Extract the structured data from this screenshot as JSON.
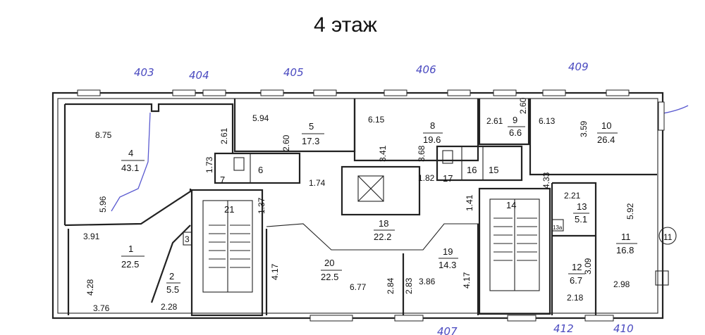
{
  "title": "4 этаж",
  "handwritten": [
    "403",
    "404",
    "405",
    "406",
    "409",
    "407",
    "412",
    "410"
  ],
  "rooms": [
    {
      "id": "4",
      "area": "43.1"
    },
    {
      "id": "5",
      "area": "17.3"
    },
    {
      "id": "8",
      "area": "19.6"
    },
    {
      "id": "9",
      "area": "6.6"
    },
    {
      "id": "10",
      "area": "26.4"
    },
    {
      "id": "1",
      "area": "22.5"
    },
    {
      "id": "2",
      "area": "5.5"
    },
    {
      "id": "20",
      "area": "22.5"
    },
    {
      "id": "18",
      "area": "22.2"
    },
    {
      "id": "19",
      "area": "14.3"
    },
    {
      "id": "13",
      "area": "5.1"
    },
    {
      "id": "11",
      "area": "16.8"
    },
    {
      "id": "12",
      "area": "6.7"
    },
    {
      "id": "6",
      "area": ""
    },
    {
      "id": "7",
      "area": ""
    },
    {
      "id": "16",
      "area": ""
    },
    {
      "id": "15",
      "area": ""
    },
    {
      "id": "17",
      "area": ""
    },
    {
      "id": "21",
      "area": ""
    },
    {
      "id": "14",
      "area": ""
    },
    {
      "id": "3",
      "area": ""
    },
    {
      "id": "13a",
      "area": "13а"
    }
  ],
  "dimensions": [
    "8.75",
    "5.94",
    "2.61",
    "2.60",
    "6.15",
    "3.41",
    "3.68",
    "2.61",
    "2.60",
    "6.13",
    "3.59",
    "1.73",
    "5.96",
    "1.74",
    "1.37",
    "1.82",
    "1.41",
    "4.33",
    "2.21",
    "5.92",
    "3.91",
    "4.28",
    "3.76",
    "2.28",
    "4.17",
    "6.77",
    "2.84",
    "2.83",
    "3.86",
    "4.17",
    "3.09",
    "2.18",
    "2.98"
  ],
  "marker": "11"
}
